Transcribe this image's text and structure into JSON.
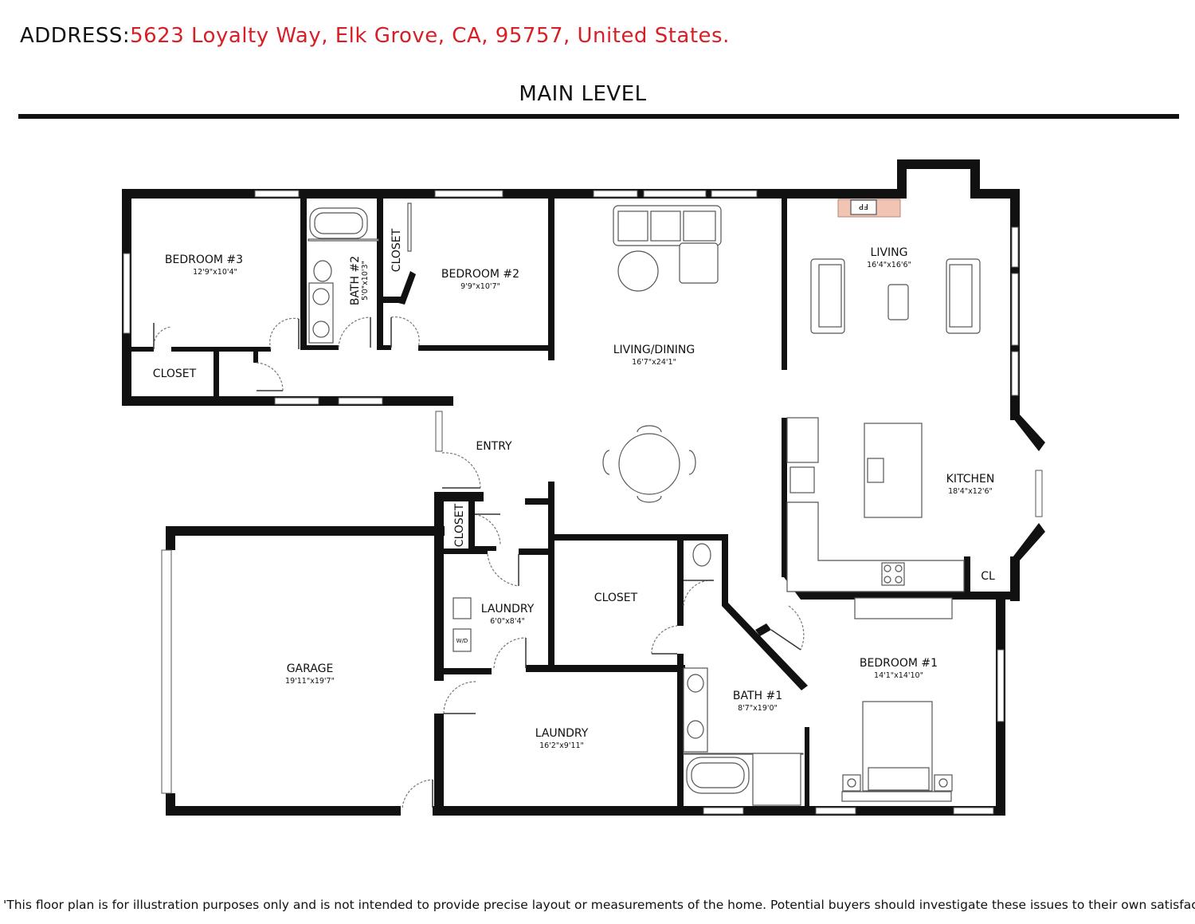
{
  "header": {
    "address_label": "ADDRESS:",
    "address_value": "5623 Loyalty Way, Elk Grove, CA, 95757, United States.",
    "level_title": "MAIN LEVEL"
  },
  "rooms": {
    "bedroom3": {
      "name": "BEDROOM #3",
      "dims": "12'9\"x10'4\""
    },
    "bath2": {
      "name": "BATH #2",
      "dims": "5'0\"x10'3\""
    },
    "closet_b2": {
      "name": "CLOSET"
    },
    "bedroom2": {
      "name": "BEDROOM #2",
      "dims": "9'9\"x10'7\""
    },
    "living_dining": {
      "name": "LIVING/DINING",
      "dims": "16'7\"x24'1\""
    },
    "living": {
      "name": "LIVING",
      "dims": "16'4\"x16'6\""
    },
    "fireplace": {
      "name": "FP"
    },
    "closet_b3": {
      "name": "CLOSET"
    },
    "entry": {
      "name": "ENTRY"
    },
    "kitchen": {
      "name": "KITCHEN",
      "dims": "18'4\"x12'6\""
    },
    "closet_entry": {
      "name": "CLOSET"
    },
    "laundry_small": {
      "name": "LAUNDRY",
      "dims": "6'0\"x8'4\""
    },
    "closet_mid": {
      "name": "CLOSET"
    },
    "cl": {
      "name": "CL"
    },
    "garage": {
      "name": "GARAGE",
      "dims": "19'11\"x19'7\""
    },
    "laundry_large": {
      "name": "LAUNDRY",
      "dims": "16'2\"x9'11\""
    },
    "bath1": {
      "name": "BATH #1",
      "dims": "8'7\"x19'0\""
    },
    "bedroom1": {
      "name": "BEDROOM #1",
      "dims": "14'1\"x14'10\""
    },
    "washer_dryer": {
      "name": "W/D"
    }
  },
  "footer": {
    "disclaimer": "'This floor plan is for illustration purposes only and is not intended to provide precise layout or measurements of the home. Potential buyers should investigate these issues to their own satisfaction.'"
  },
  "colors": {
    "wall": "#111111",
    "address_accent": "#d81f26",
    "background": "#ffffff"
  }
}
